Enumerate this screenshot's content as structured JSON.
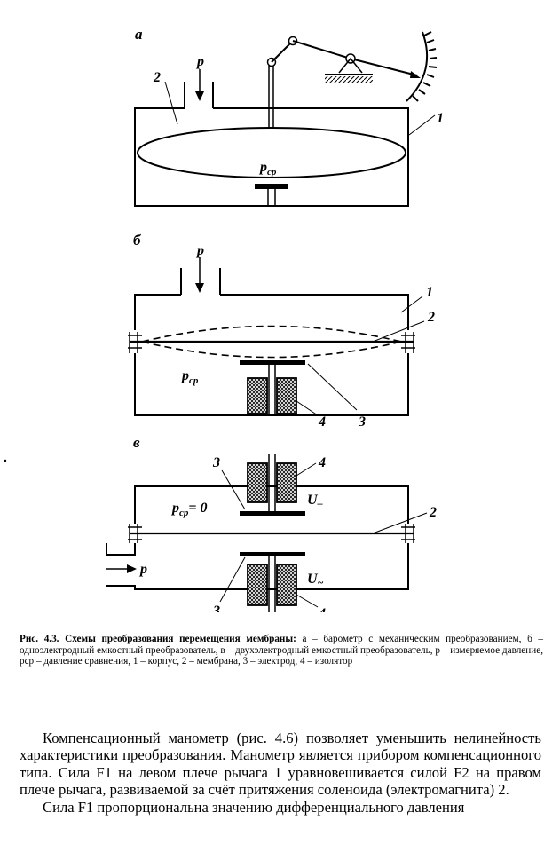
{
  "figure": {
    "panel_a_label": "а",
    "panel_b_label": "б",
    "panel_c_label": "в",
    "label_p": "p",
    "label_pcp": "p",
    "label_pcp_sub": "ср",
    "label_pcp_zero": "= 0",
    "label_1": "1",
    "label_2": "2",
    "label_3": "3",
    "label_4": "4",
    "label_u_minus": "U",
    "label_u_minus_sub": "–",
    "label_u_ac": "U",
    "label_u_ac_sub": "~"
  },
  "caption": {
    "title": "Рис. 4.3. Схемы преобразования перемещения мембраны:",
    "text": "а – барометр с механическим преобразованием, б – одноэлектродный емкостный преобразователь, в – двухэлектродный емкостный преобразователь, р – измеряемое давление, рср – давление сравнения, 1 – корпус, 2 – мембрана, 3 – электрод, 4 – изолятор"
  },
  "body": {
    "paragraph1": "Компенсационный манометр (рис. 4.6) позволяет уменьшить нелинейность характеристики преобразования. Манометр является прибором компенсационного типа. Сила F1 на левом плече рычага 1 уравновешивается силой F2 на правом плече рычага, развиваемой за счёт притяжения соленоида (электромагнита) 2.",
    "paragraph2": "Сила F1 пропорциональна значению дифференциального давления"
  }
}
